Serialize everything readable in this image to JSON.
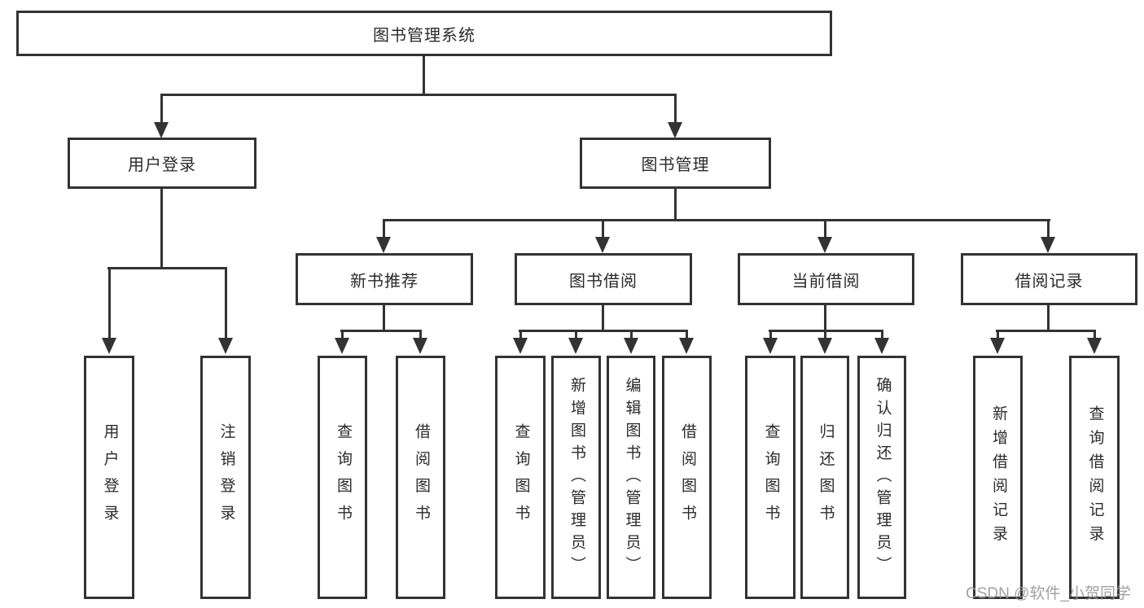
{
  "diagram": {
    "type": "hierarchy-tree",
    "root": {
      "label": "图书管理系统"
    },
    "branches": [
      {
        "label": "用户登录",
        "children": [
          {
            "label": "用户登录"
          },
          {
            "label": "注销登录"
          }
        ]
      },
      {
        "label": "图书管理",
        "children": [
          {
            "label": "新书推荐",
            "children": [
              {
                "label": "查询图书"
              },
              {
                "label": "借阅图书"
              }
            ]
          },
          {
            "label": "图书借阅",
            "children": [
              {
                "label": "查询图书"
              },
              {
                "label": "新增图书（管理员）"
              },
              {
                "label": "编辑图书（管理员）"
              },
              {
                "label": "借阅图书"
              }
            ]
          },
          {
            "label": "当前借阅",
            "children": [
              {
                "label": "查询图书"
              },
              {
                "label": "归还图书"
              },
              {
                "label": "确认归还（管理员）"
              }
            ]
          },
          {
            "label": "借阅记录",
            "children": [
              {
                "label": "新增借阅记录"
              },
              {
                "label": "查询借阅记录"
              }
            ]
          }
        ]
      }
    ],
    "colors": {
      "line": "#333333",
      "box_fill": "#ffffff",
      "text": "#2b2b2b",
      "watermark": "#979797"
    }
  },
  "watermark": {
    "text": "CSDN @软件_小贺同学"
  }
}
